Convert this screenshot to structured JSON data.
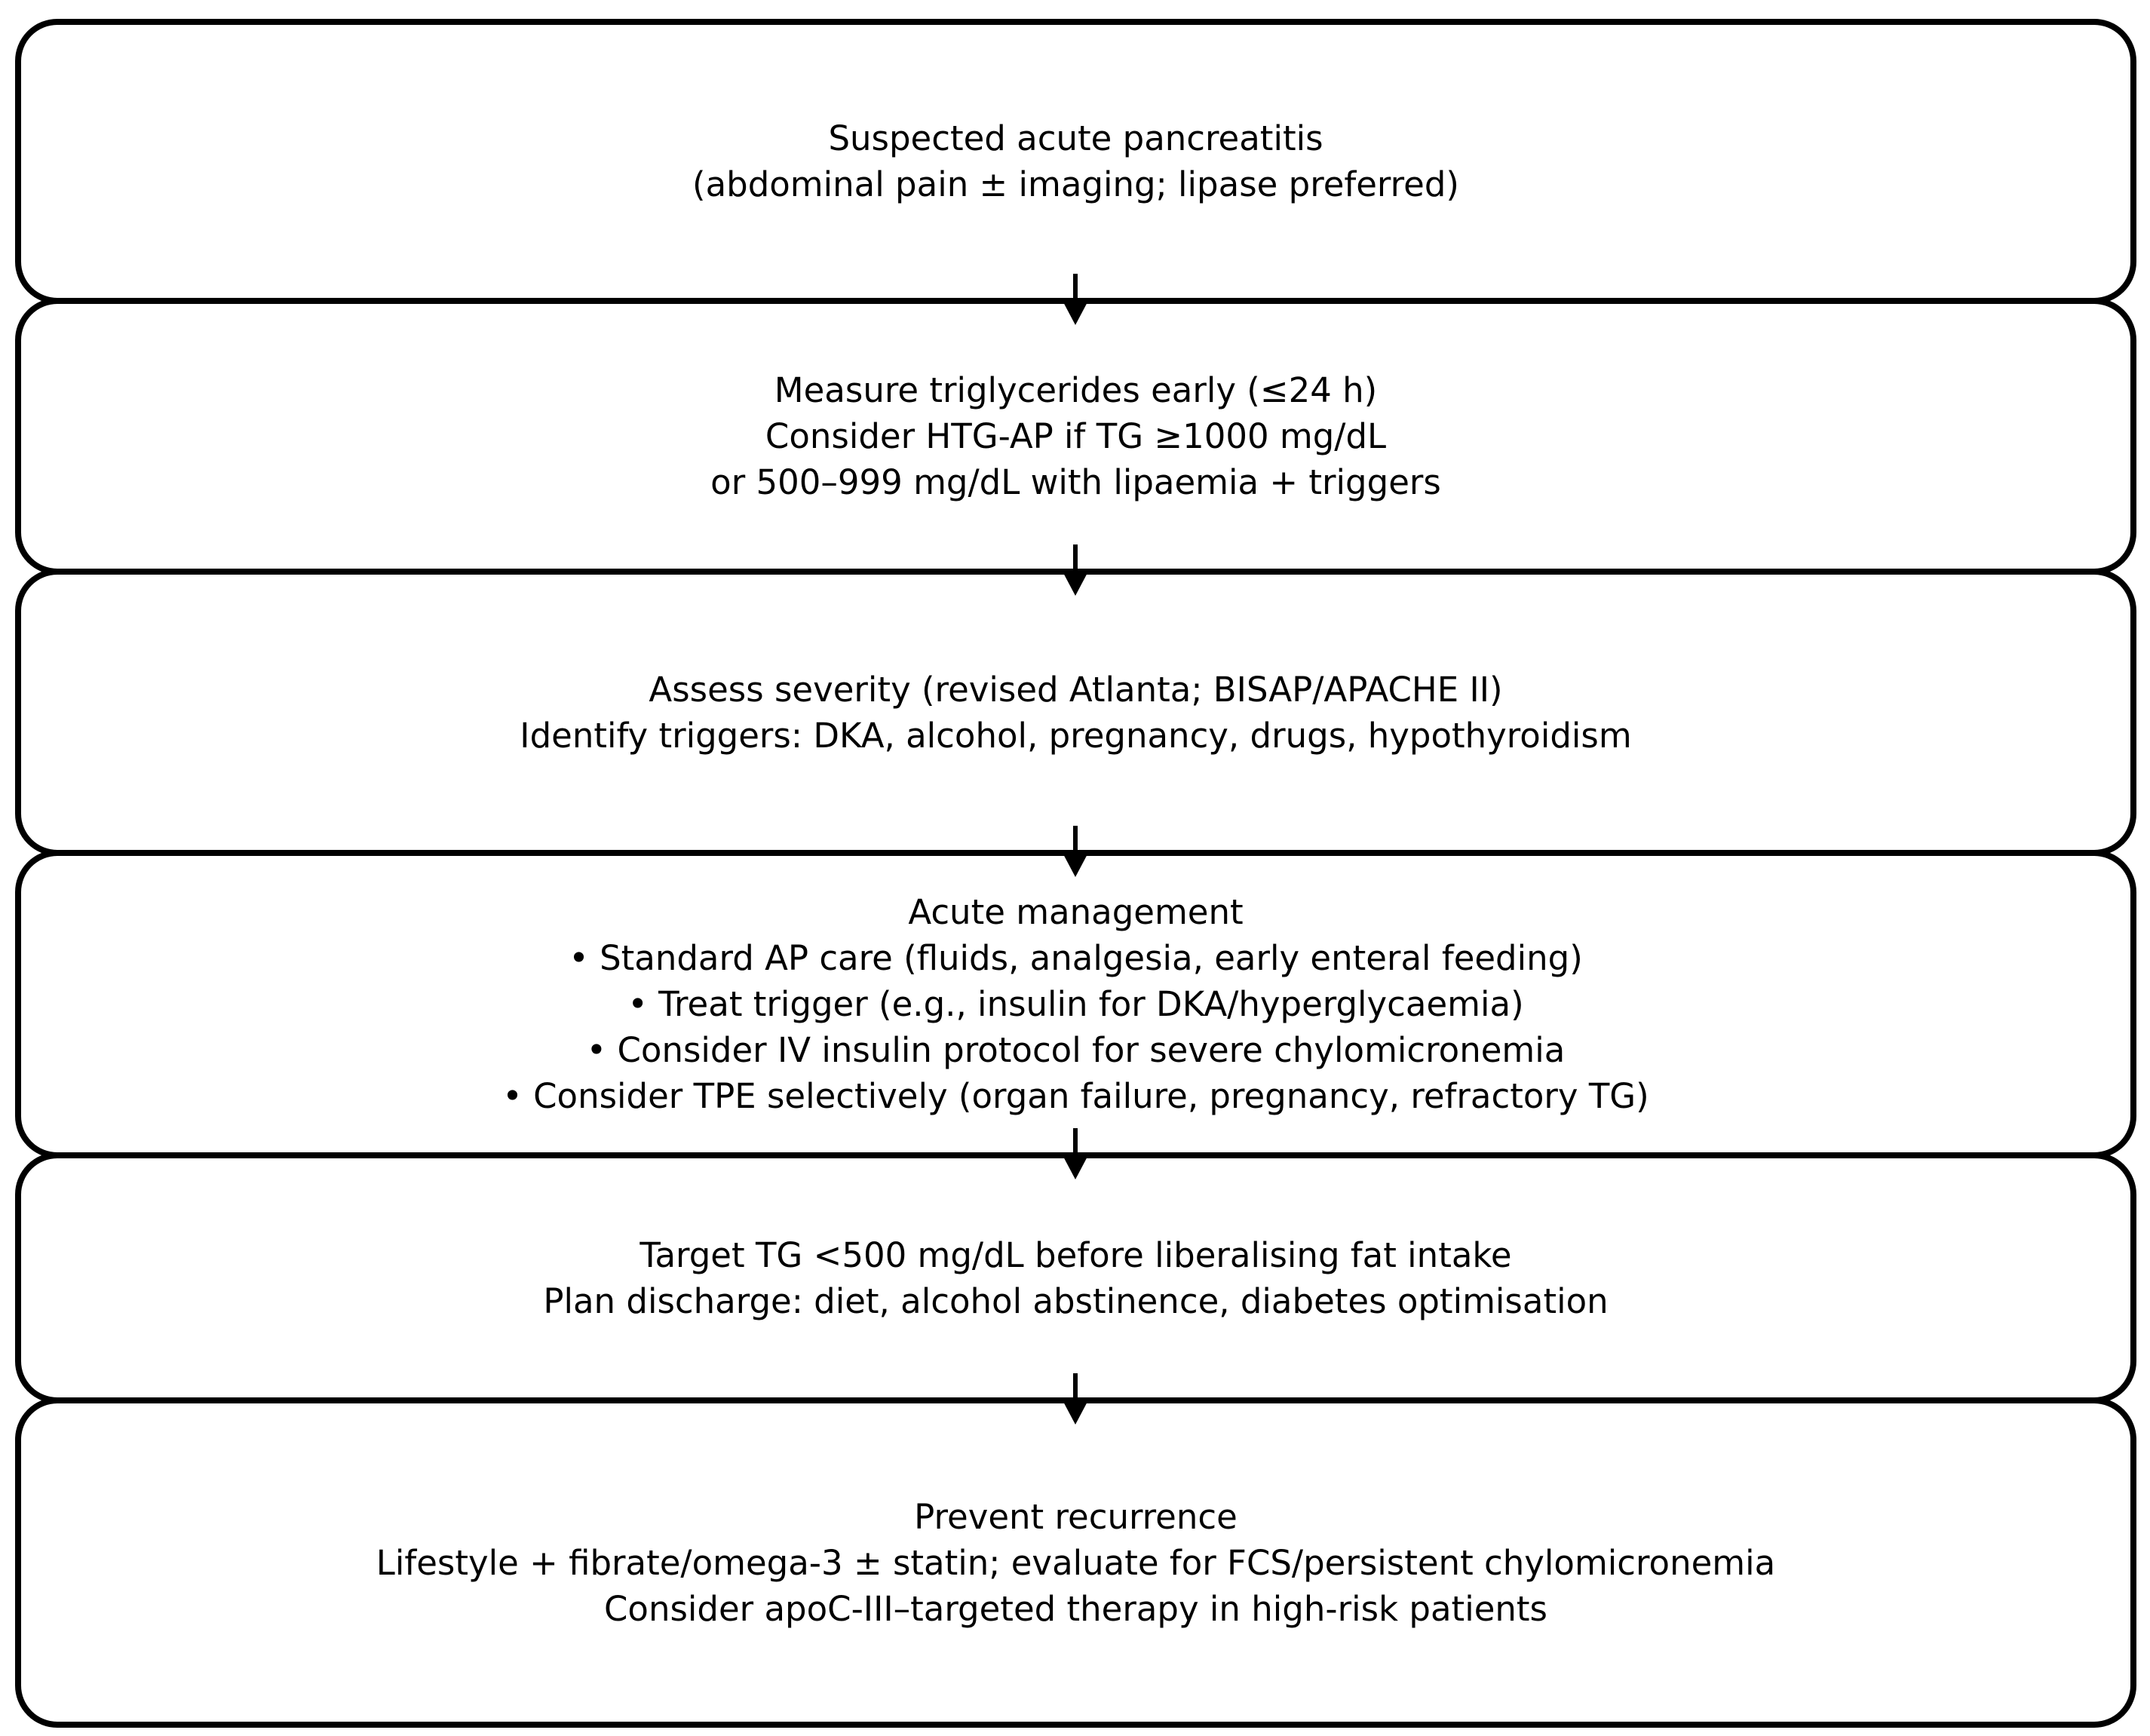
{
  "flowchart": {
    "background_color": "#ffffff",
    "border_color": "#000000",
    "text_color": "#000000",
    "connector_style": "arrow-down",
    "nodes": [
      {
        "id": "suspected-acute-pancreatitis",
        "lines": [
          "Suspected acute pancreatitis",
          "(abdominal pain ± imaging; lipase preferred)"
        ]
      },
      {
        "id": "measure-triglycerides-early",
        "lines": [
          "Measure triglycerides early (≤24 h)",
          "Consider HTG-AP if TG ≥1000 mg/dL",
          "or 500–999 mg/dL with lipaemia + triggers"
        ]
      },
      {
        "id": "assess-severity-identify-triggers",
        "lines": [
          "Assess severity (revised Atlanta; BISAP/APACHE II)",
          "Identify triggers: DKA, alcohol, pregnancy, drugs, hypothyroidism"
        ]
      },
      {
        "id": "acute-management",
        "lines": [
          "Acute management",
          "• Standard AP care (fluids, analgesia, early enteral feeding)",
          "• Treat trigger (e.g., insulin for DKA/hyperglycaemia)",
          "• Consider IV insulin protocol for severe chylomicronemia",
          "• Consider TPE selectively (organ failure, pregnancy, refractory TG)"
        ]
      },
      {
        "id": "target-tg-discharge-plan",
        "lines": [
          "Target TG <500 mg/dL before liberalising fat intake",
          "Plan discharge: diet, alcohol abstinence, diabetes optimisation"
        ]
      },
      {
        "id": "prevent-recurrence",
        "lines": [
          "Prevent recurrence",
          "Lifestyle + fibrate/omega-3 ± statin; evaluate for FCS/persistent chylomicronemia",
          "Consider apoC-III–targeted therapy in high-risk patients"
        ]
      }
    ]
  }
}
